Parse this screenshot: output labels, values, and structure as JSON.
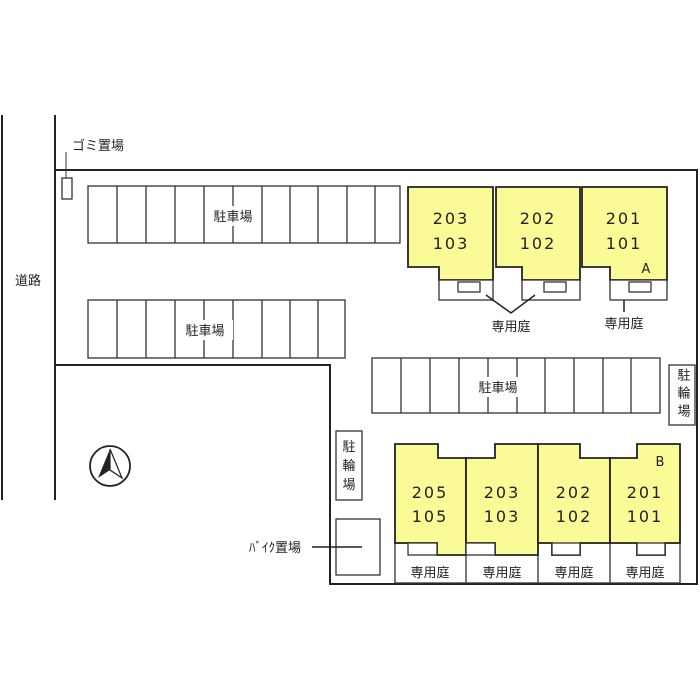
{
  "labels": {
    "road": "道路",
    "garbage": "ゴミ置場",
    "parking": "駐車場",
    "bicycle_parking": "駐輪場",
    "bicycle_parking_chars": [
      "駐",
      "輪",
      "場"
    ],
    "bike_parking": "ﾊﾞｲｸ置場",
    "private_garden": "専用庭"
  },
  "building_a": {
    "name": "A",
    "units": [
      {
        "upper": "203",
        "lower": "103"
      },
      {
        "upper": "202",
        "lower": "102"
      },
      {
        "upper": "201",
        "lower": "101"
      }
    ]
  },
  "building_b": {
    "name": "B",
    "units": [
      {
        "upper": "205",
        "lower": "105"
      },
      {
        "upper": "203",
        "lower": "103"
      },
      {
        "upper": "202",
        "lower": "102"
      },
      {
        "upper": "201",
        "lower": "101"
      }
    ]
  },
  "colors": {
    "unit_fill": "#fafa96"
  }
}
